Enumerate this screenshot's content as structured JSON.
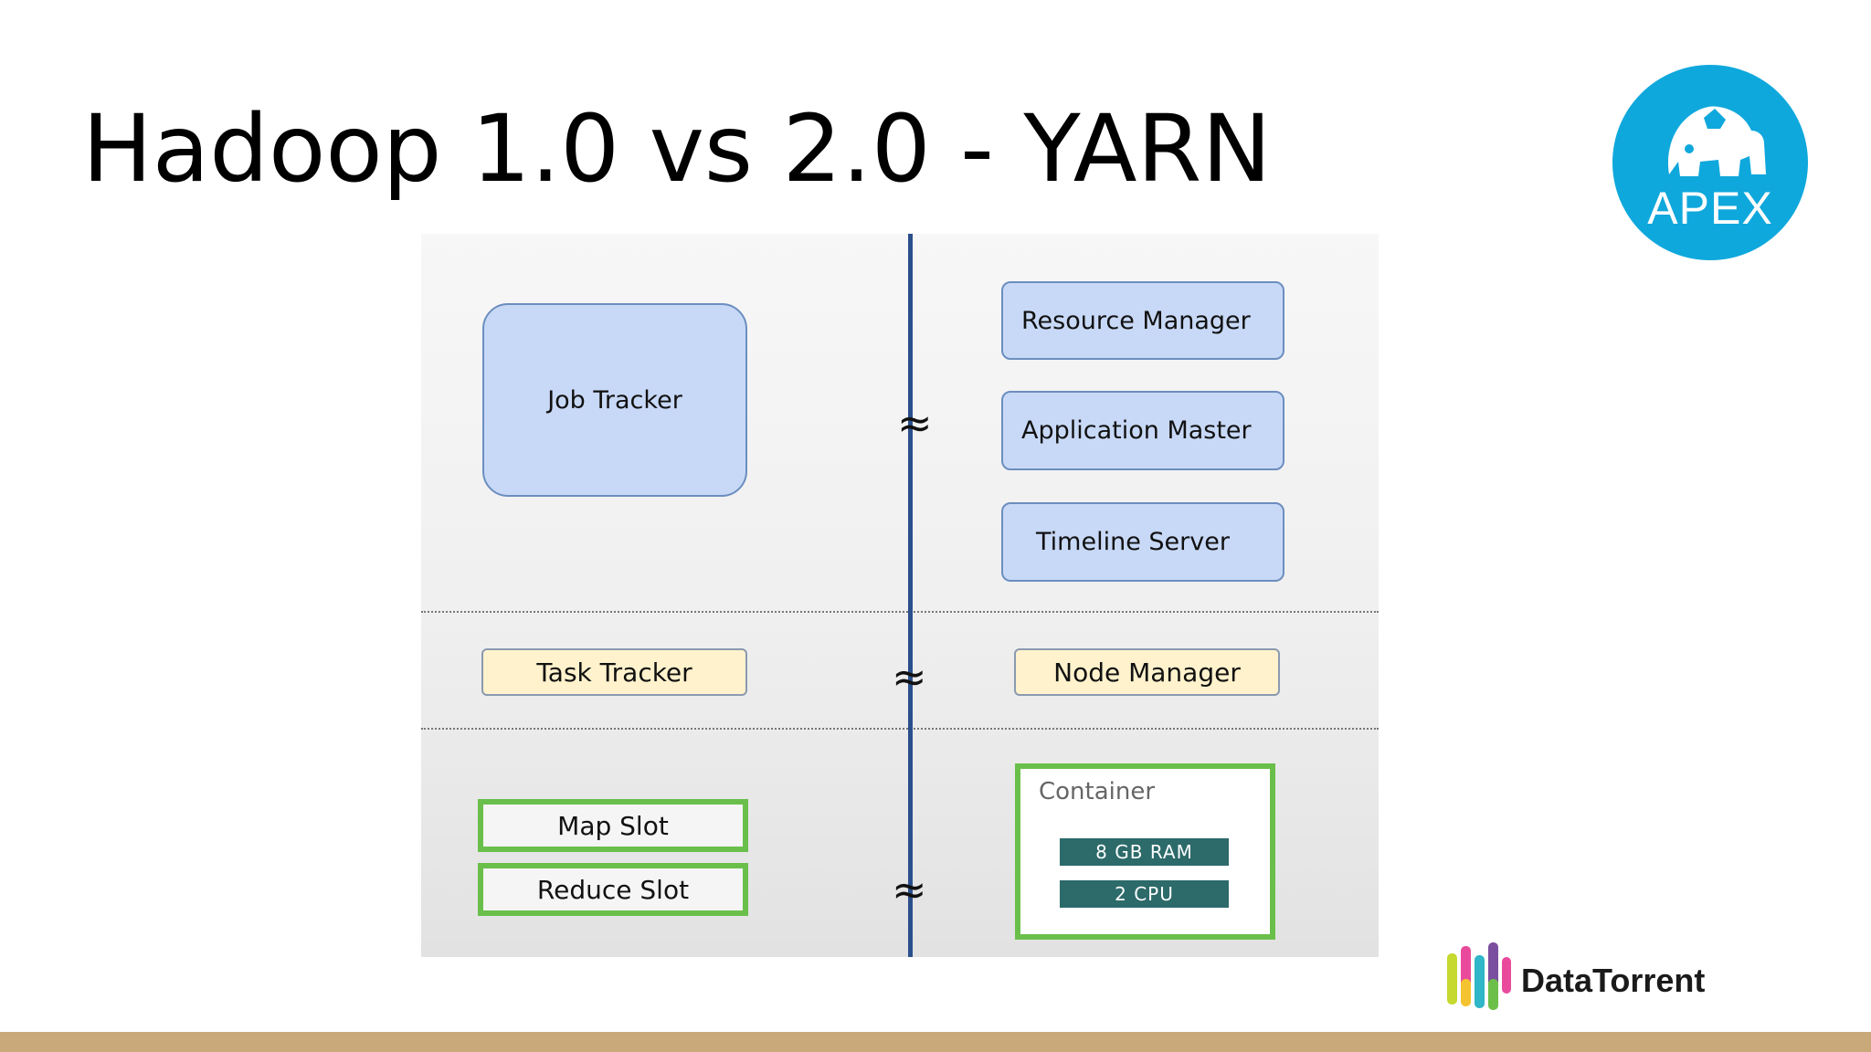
{
  "slide": {
    "title": "Hadoop 1.0 vs 2.0 - YARN",
    "logo_text": "APEX",
    "brand_text": "DataTorrent",
    "accent_color": "#0fa8dc",
    "bar_color": "#c9a97a"
  },
  "diagram": {
    "hadoop1": {
      "job_tracker": "Job Tracker",
      "task_tracker": "Task Tracker",
      "map_slot": "Map Slot",
      "reduce_slot": "Reduce Slot"
    },
    "hadoop2": {
      "resource_manager": "Resource Manager",
      "application_master": "Application Master",
      "timeline_server": "Timeline Server",
      "node_manager": "Node Manager",
      "container": "Container",
      "ram": "8 GB RAM",
      "cpu": "2 CPU"
    },
    "approx_symbol": "≈"
  }
}
